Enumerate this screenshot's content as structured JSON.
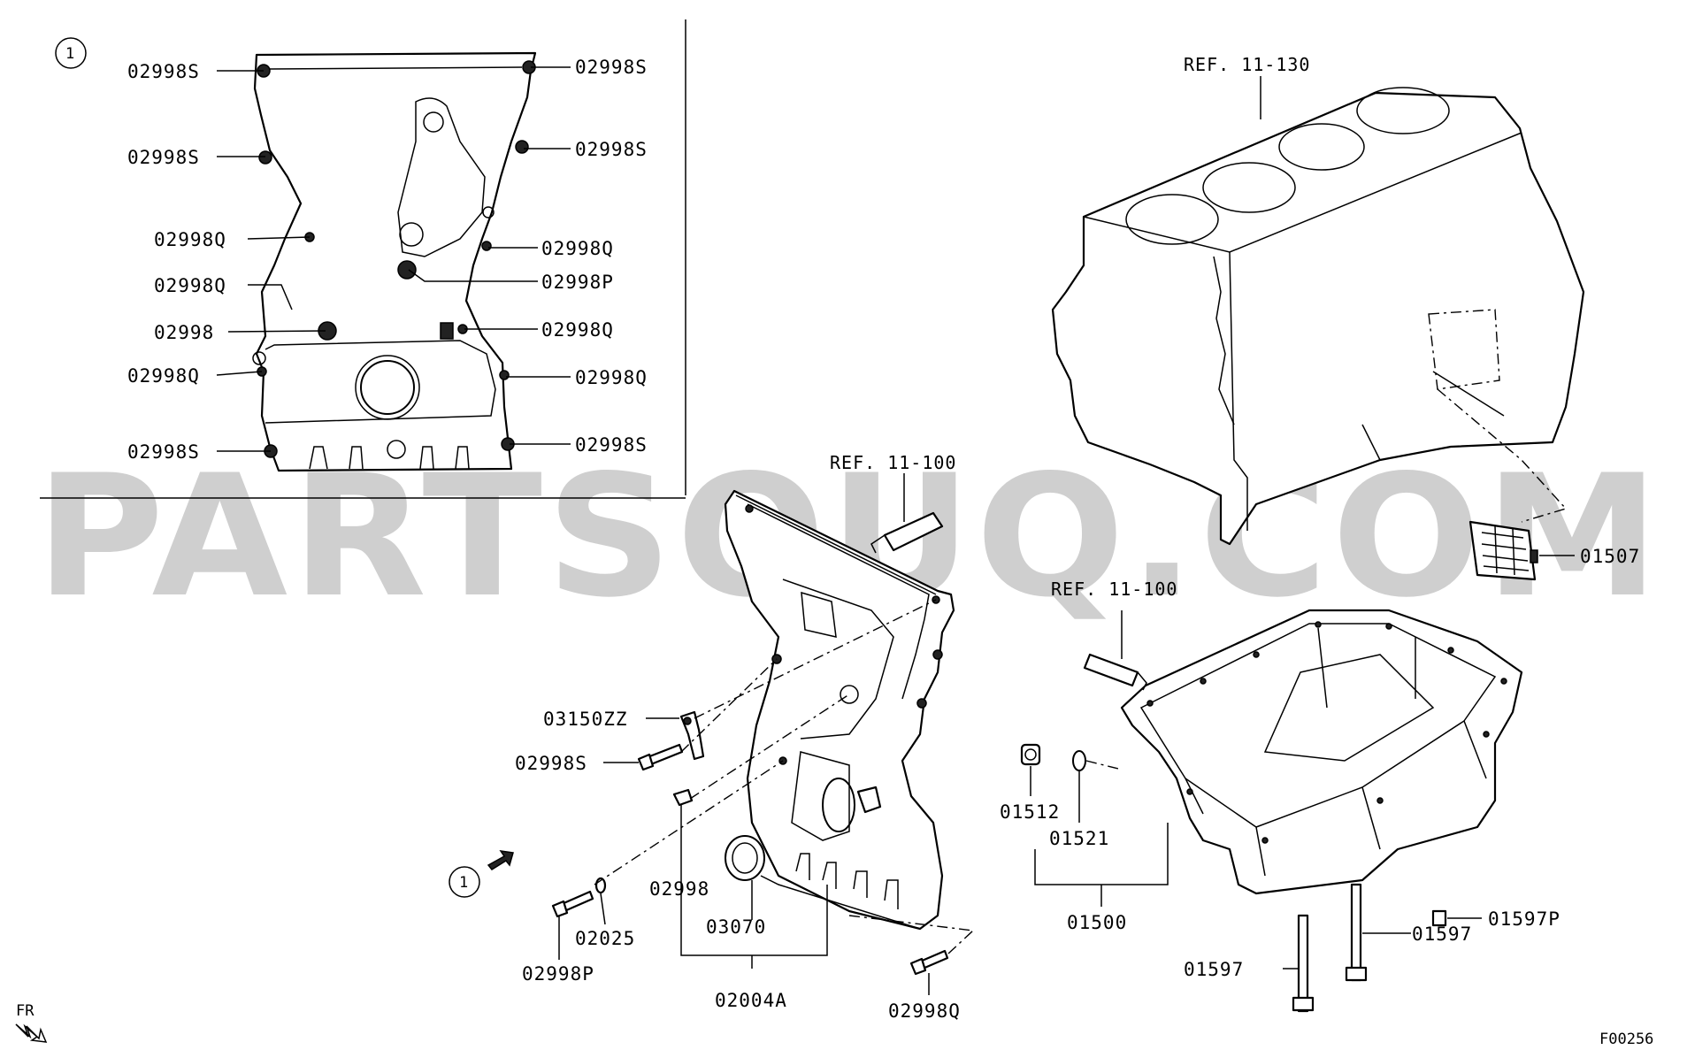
{
  "watermark": "PARTSOUQ.COM",
  "inset_marker": "1",
  "direction_label": "FR",
  "figure_code": "F00256",
  "references": {
    "block": "REF. 11-130",
    "sealant_cover": "REF. 11-100",
    "sealant_pan": "REF. 11-100"
  },
  "inset_labels": {
    "l1": "02998S",
    "l2": "02998S",
    "l3": "02998Q",
    "l4": "02998Q",
    "l5": "02998",
    "l6": "02998Q",
    "l7": "02998S",
    "r1": "02998S",
    "r2": "02998S",
    "r3": "02998Q",
    "r4": "02998P",
    "r5": "02998Q",
    "r6": "02998Q",
    "r7": "02998S"
  },
  "cover_labels": {
    "bracket": "03150ZZ",
    "bolt_s": "02998S",
    "bolt": "02998",
    "seal": "03070",
    "cover_assy": "02004A",
    "washer": "02025",
    "bolt_p": "02998P",
    "bolt_q": "02998Q"
  },
  "pan_labels": {
    "strainer": "01507",
    "drain_plug": "01512",
    "gasket": "01521",
    "pan_assy": "01500",
    "bolt_p": "01597P",
    "bolt_long_1": "01597",
    "bolt_long_2": "01597"
  }
}
